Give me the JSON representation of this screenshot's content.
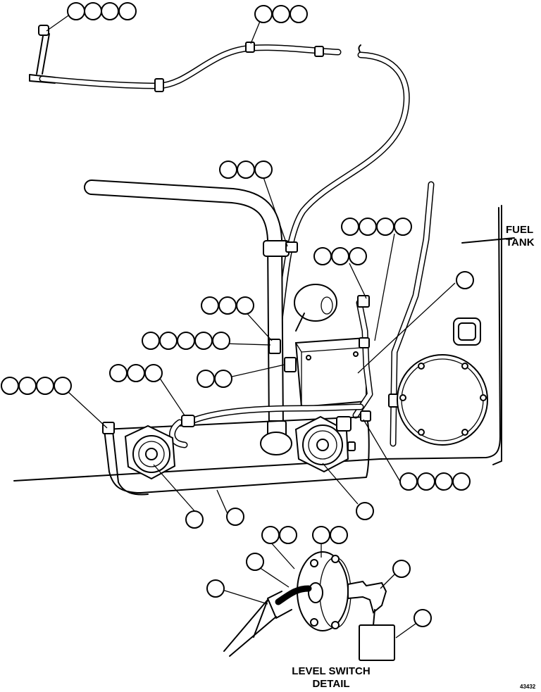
{
  "labels": {
    "fuel_tank": "FUEL\nTANK",
    "level_switch": "LEVEL SWITCH\nDETAIL",
    "drawing_number": "43432"
  },
  "callouts": [
    {
      "id": "c1",
      "count": 4
    },
    {
      "id": "c2",
      "count": 3
    },
    {
      "id": "c3",
      "count": 3
    },
    {
      "id": "c4",
      "count": 4
    },
    {
      "id": "c5",
      "count": 3
    },
    {
      "id": "c6",
      "count": 1
    },
    {
      "id": "c7",
      "count": 3
    },
    {
      "id": "c8",
      "count": 5
    },
    {
      "id": "c9",
      "count": 3
    },
    {
      "id": "c10",
      "count": 2
    },
    {
      "id": "c11",
      "count": 4
    },
    {
      "id": "c12",
      "count": 4
    },
    {
      "id": "c13",
      "count": 1
    },
    {
      "id": "c14",
      "count": 1
    },
    {
      "id": "c15",
      "count": 1
    },
    {
      "id": "c16",
      "count": 2
    },
    {
      "id": "c17",
      "count": 2
    },
    {
      "id": "c18",
      "count": 1
    },
    {
      "id": "c19",
      "count": 1
    },
    {
      "id": "c20",
      "count": 1
    },
    {
      "id": "c21",
      "count": 1
    }
  ]
}
